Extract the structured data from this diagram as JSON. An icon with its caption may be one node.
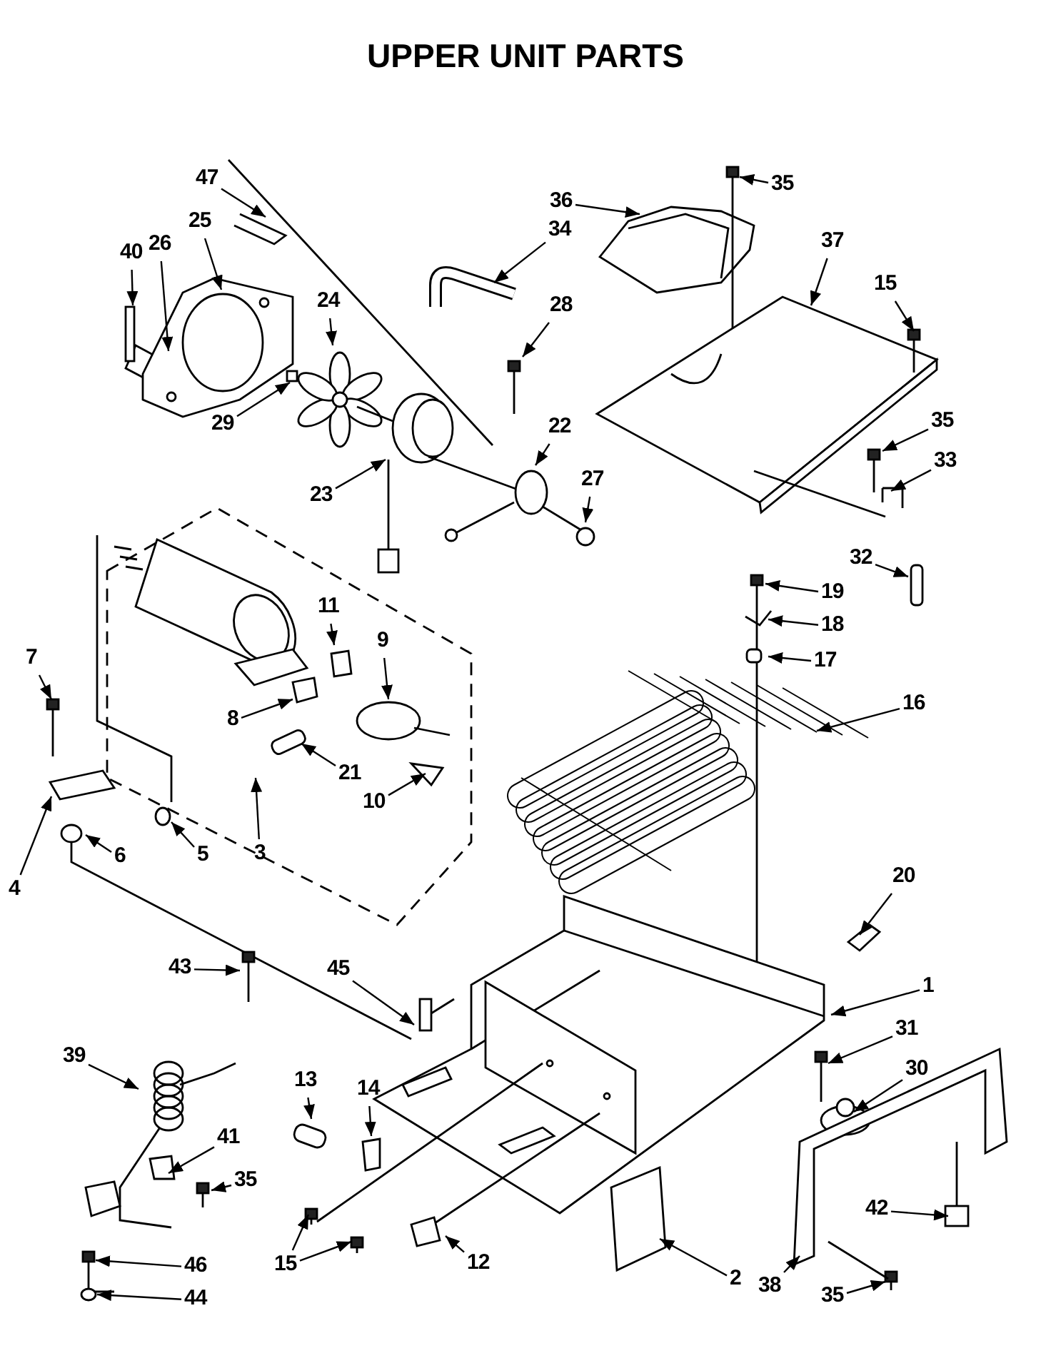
{
  "diagram": {
    "title": "UPPER UNIT PARTS",
    "nodes": [
      {
        "text": [
          "47"
        ]
      },
      {
        "text": [
          "35"
        ]
      },
      {
        "text": [
          "36"
        ]
      },
      {
        "text": [
          "37"
        ]
      },
      {
        "text": [
          "25"
        ]
      },
      {
        "text": [
          "34"
        ]
      },
      {
        "text": [
          "26"
        ]
      },
      {
        "text": [
          "40"
        ]
      },
      {
        "text": [
          "15"
        ]
      },
      {
        "text": [
          "24"
        ]
      },
      {
        "text": [
          "28"
        ]
      },
      {
        "text": [
          "22"
        ]
      },
      {
        "text": [
          "29"
        ]
      },
      {
        "text": [
          "35"
        ]
      },
      {
        "text": [
          "33"
        ]
      },
      {
        "text": [
          "27"
        ]
      },
      {
        "text": [
          "23"
        ]
      },
      {
        "text": [
          "32"
        ]
      },
      {
        "text": [
          "19"
        ]
      },
      {
        "text": [
          "11"
        ]
      },
      {
        "text": [
          "18"
        ]
      },
      {
        "text": [
          "9"
        ]
      },
      {
        "text": [
          "7"
        ]
      },
      {
        "text": [
          "17"
        ]
      },
      {
        "text": [
          "16"
        ]
      },
      {
        "text": [
          "8"
        ]
      },
      {
        "text": [
          "21"
        ]
      },
      {
        "text": [
          "10"
        ]
      },
      {
        "text": [
          "4"
        ]
      },
      {
        "text": [
          "6"
        ]
      },
      {
        "text": [
          "5"
        ]
      },
      {
        "text": [
          "3"
        ]
      },
      {
        "text": [
          "20"
        ]
      },
      {
        "text": [
          "43"
        ]
      },
      {
        "text": [
          "45"
        ]
      },
      {
        "text": [
          "1"
        ]
      },
      {
        "text": [
          "31"
        ]
      },
      {
        "text": [
          "39"
        ]
      },
      {
        "text": [
          "30"
        ]
      },
      {
        "text": [
          "13"
        ]
      },
      {
        "text": [
          "14"
        ]
      },
      {
        "text": [
          "41"
        ]
      },
      {
        "text": [
          "35"
        ]
      },
      {
        "text": [
          "42"
        ]
      },
      {
        "text": [
          "15"
        ]
      },
      {
        "text": [
          "46"
        ]
      },
      {
        "text": [
          "12"
        ]
      },
      {
        "text": [
          "2"
        ]
      },
      {
        "text": [
          "38"
        ]
      },
      {
        "text": [
          "35"
        ]
      },
      {
        "text": [
          "44"
        ]
      }
    ],
    "edges": [
      {
        "from": 0,
        "to": null,
        "arrow": "to"
      },
      {
        "from": 1,
        "to": null,
        "arrow": "to"
      },
      {
        "from": 2,
        "to": null,
        "arrow": "to"
      },
      {
        "from": 3,
        "to": null,
        "arrow": "to"
      },
      {
        "from": 4,
        "to": null,
        "arrow": "to"
      },
      {
        "from": 5,
        "to": null,
        "arrow": "to"
      },
      {
        "from": 6,
        "to": null,
        "arrow": "to"
      },
      {
        "from": 7,
        "to": null,
        "arrow": "to"
      },
      {
        "from": 8,
        "to": null,
        "arrow": "to"
      },
      {
        "from": 9,
        "to": null,
        "arrow": "to"
      },
      {
        "from": 10,
        "to": null,
        "arrow": "to"
      },
      {
        "from": 11,
        "to": null,
        "arrow": "to"
      },
      {
        "from": 12,
        "to": null,
        "arrow": "to"
      },
      {
        "from": 13,
        "to": null,
        "arrow": "to"
      },
      {
        "from": 14,
        "to": null,
        "arrow": "to"
      },
      {
        "from": 15,
        "to": null,
        "arrow": "to"
      },
      {
        "from": 16,
        "to": null,
        "arrow": "to"
      },
      {
        "from": 17,
        "to": null,
        "arrow": "to"
      },
      {
        "from": 18,
        "to": null,
        "arrow": "to"
      },
      {
        "from": 19,
        "to": null,
        "arrow": "to"
      },
      {
        "from": 20,
        "to": null,
        "arrow": "to"
      },
      {
        "from": 21,
        "to": null,
        "arrow": "to"
      },
      {
        "from": 22,
        "to": null,
        "arrow": "to"
      },
      {
        "from": 23,
        "to": null,
        "arrow": "to"
      },
      {
        "from": 24,
        "to": null,
        "arrow": "to"
      },
      {
        "from": 25,
        "to": null,
        "arrow": "to"
      },
      {
        "from": 26,
        "to": null,
        "arrow": "to"
      },
      {
        "from": 27,
        "to": null,
        "arrow": "to"
      },
      {
        "from": 28,
        "to": null,
        "arrow": "to"
      },
      {
        "from": 29,
        "to": null,
        "arrow": "to"
      },
      {
        "from": 30,
        "to": null,
        "arrow": "to"
      },
      {
        "from": 31,
        "to": null,
        "arrow": "to"
      },
      {
        "from": 32,
        "to": null,
        "arrow": "to"
      },
      {
        "from": 33,
        "to": null,
        "arrow": "to"
      },
      {
        "from": 34,
        "to": null,
        "arrow": "to"
      },
      {
        "from": 35,
        "to": null,
        "arrow": "to"
      },
      {
        "from": 36,
        "to": null,
        "arrow": "to"
      },
      {
        "from": 37,
        "to": null,
        "arrow": "to"
      },
      {
        "from": 38,
        "to": null,
        "arrow": "to"
      },
      {
        "from": 39,
        "to": null,
        "arrow": "to"
      },
      {
        "from": 40,
        "to": null,
        "arrow": "to"
      },
      {
        "from": 41,
        "to": null,
        "arrow": "to"
      },
      {
        "from": 42,
        "to": null,
        "arrow": "to"
      },
      {
        "from": 43,
        "to": null,
        "arrow": "to"
      },
      {
        "from": 44,
        "to": null,
        "arrow": "to"
      },
      {
        "from": 45,
        "to": null,
        "arrow": "to"
      },
      {
        "from": 46,
        "to": null,
        "arrow": "to"
      },
      {
        "from": 47,
        "to": null,
        "arrow": "to"
      },
      {
        "from": 48,
        "to": null,
        "arrow": "to"
      },
      {
        "from": 49,
        "to": null,
        "arrow": "to"
      },
      {
        "from": 50,
        "to": null,
        "arrow": "to"
      },
      {
        "from": 44,
        "to": null,
        "arrow": "to"
      }
    ]
  }
}
